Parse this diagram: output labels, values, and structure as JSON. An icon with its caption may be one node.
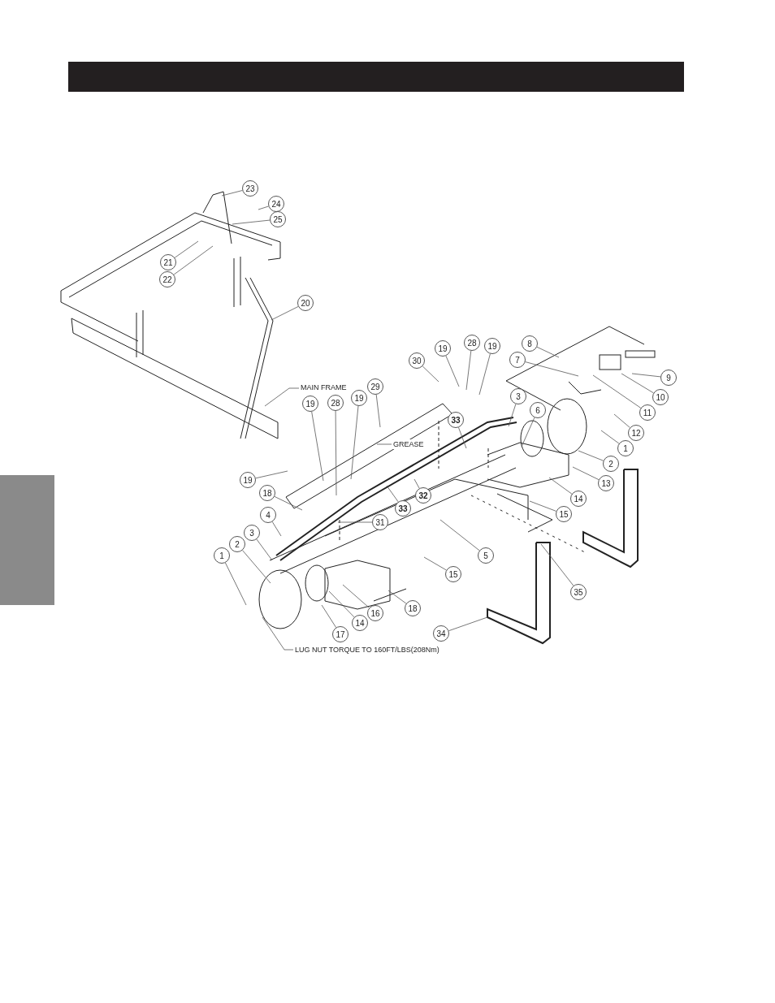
{
  "diagram": {
    "nodes": [
      {
        "text": [
          "23"
        ]
      },
      {
        "text": [
          "24"
        ]
      },
      {
        "text": [
          "25"
        ]
      },
      {
        "text": [
          "21"
        ]
      },
      {
        "text": [
          "22"
        ]
      },
      {
        "text": [
          "20"
        ]
      },
      {
        "text": [
          "MAIN FRAME"
        ]
      },
      {
        "text": [
          "19"
        ]
      },
      {
        "text": [
          "28"
        ]
      },
      {
        "text": [
          "19"
        ]
      },
      {
        "text": [
          "29"
        ]
      },
      {
        "text": [
          "30"
        ]
      },
      {
        "text": [
          "19"
        ]
      },
      {
        "text": [
          "28"
        ]
      },
      {
        "text": [
          "19"
        ]
      },
      {
        "text": [
          "8"
        ]
      },
      {
        "text": [
          "7"
        ]
      },
      {
        "text": [
          "9"
        ]
      },
      {
        "text": [
          "10"
        ]
      },
      {
        "text": [
          "11"
        ]
      },
      {
        "text": [
          "GREASE"
        ]
      },
      {
        "text": [
          "3"
        ]
      },
      {
        "text": [
          "6"
        ]
      },
      {
        "text": [
          "33"
        ]
      },
      {
        "text": [
          "12"
        ]
      },
      {
        "text": [
          "1"
        ]
      },
      {
        "text": [
          "2"
        ]
      },
      {
        "text": [
          "13"
        ]
      },
      {
        "text": [
          "14"
        ]
      },
      {
        "text": [
          "15"
        ]
      },
      {
        "text": [
          "19"
        ]
      },
      {
        "text": [
          "32"
        ]
      },
      {
        "text": [
          "33"
        ]
      },
      {
        "text": [
          "18"
        ]
      },
      {
        "text": [
          "4"
        ]
      },
      {
        "text": [
          "31"
        ]
      },
      {
        "text": [
          "5"
        ]
      },
      {
        "text": [
          "3"
        ]
      },
      {
        "text": [
          "2"
        ]
      },
      {
        "text": [
          "1"
        ]
      },
      {
        "text": [
          "15"
        ]
      },
      {
        "text": [
          "18"
        ]
      },
      {
        "text": [
          "14"
        ]
      },
      {
        "text": [
          "16"
        ]
      },
      {
        "text": [
          "17"
        ]
      },
      {
        "text": [
          "35"
        ]
      },
      {
        "text": [
          "34"
        ]
      },
      {
        "text": [
          "LUG NUT TORQUE TO 160FT/LBS(208Nm)"
        ]
      }
    ],
    "edges": [
      {
        "from": 0,
        "to": null,
        "arrow": "none"
      },
      {
        "from": 1,
        "to": null,
        "arrow": "none"
      },
      {
        "from": 2,
        "to": null,
        "arrow": "none"
      },
      {
        "from": 3,
        "to": null,
        "arrow": "none"
      },
      {
        "from": 4,
        "to": null,
        "arrow": "none"
      },
      {
        "from": 5,
        "to": null,
        "arrow": "none"
      },
      {
        "from": 6,
        "to": null,
        "arrow": "none"
      },
      {
        "from": 7,
        "to": null,
        "arrow": "none"
      },
      {
        "from": 8,
        "to": null,
        "arrow": "none"
      },
      {
        "from": 9,
        "to": null,
        "arrow": "none"
      },
      {
        "from": 10,
        "to": null,
        "arrow": "none"
      },
      {
        "from": 11,
        "to": null,
        "arrow": "none"
      },
      {
        "from": 12,
        "to": null,
        "arrow": "none"
      },
      {
        "from": 13,
        "to": null,
        "arrow": "none"
      },
      {
        "from": 14,
        "to": null,
        "arrow": "none"
      },
      {
        "from": 15,
        "to": null,
        "arrow": "none"
      },
      {
        "from": 16,
        "to": null,
        "arrow": "none"
      },
      {
        "from": 17,
        "to": null,
        "arrow": "none"
      },
      {
        "from": 18,
        "to": null,
        "arrow": "none"
      },
      {
        "from": 19,
        "to": null,
        "arrow": "none"
      },
      {
        "from": 20,
        "to": null,
        "arrow": "none"
      },
      {
        "from": 21,
        "to": null,
        "arrow": "none"
      },
      {
        "from": 22,
        "to": null,
        "arrow": "none"
      },
      {
        "from": 23,
        "to": null,
        "arrow": "none"
      },
      {
        "from": 24,
        "to": null,
        "arrow": "none"
      },
      {
        "from": 25,
        "to": null,
        "arrow": "none"
      },
      {
        "from": 26,
        "to": null,
        "arrow": "none"
      },
      {
        "from": 27,
        "to": null,
        "arrow": "none"
      },
      {
        "from": 28,
        "to": null,
        "arrow": "none"
      },
      {
        "from": 29,
        "to": null,
        "arrow": "none"
      },
      {
        "from": 30,
        "to": null,
        "arrow": "none"
      },
      {
        "from": 31,
        "to": null,
        "arrow": "none"
      },
      {
        "from": 32,
        "to": null,
        "arrow": "none"
      },
      {
        "from": 33,
        "to": null,
        "arrow": "none"
      },
      {
        "from": 34,
        "to": null,
        "arrow": "none"
      },
      {
        "from": 35,
        "to": null,
        "arrow": "none"
      },
      {
        "from": 36,
        "to": null,
        "arrow": "none"
      },
      {
        "from": 37,
        "to": null,
        "arrow": "none"
      },
      {
        "from": 38,
        "to": null,
        "arrow": "none"
      },
      {
        "from": 39,
        "to": null,
        "arrow": "none"
      },
      {
        "from": 40,
        "to": null,
        "arrow": "none"
      },
      {
        "from": 41,
        "to": null,
        "arrow": "none"
      },
      {
        "from": 42,
        "to": null,
        "arrow": "none"
      },
      {
        "from": 43,
        "to": null,
        "arrow": "none"
      },
      {
        "from": 44,
        "to": null,
        "arrow": "none"
      },
      {
        "from": 45,
        "to": null,
        "arrow": "none"
      },
      {
        "from": 46,
        "to": null,
        "arrow": "none"
      },
      {
        "from": 47,
        "to": null,
        "arrow": "none"
      }
    ]
  }
}
